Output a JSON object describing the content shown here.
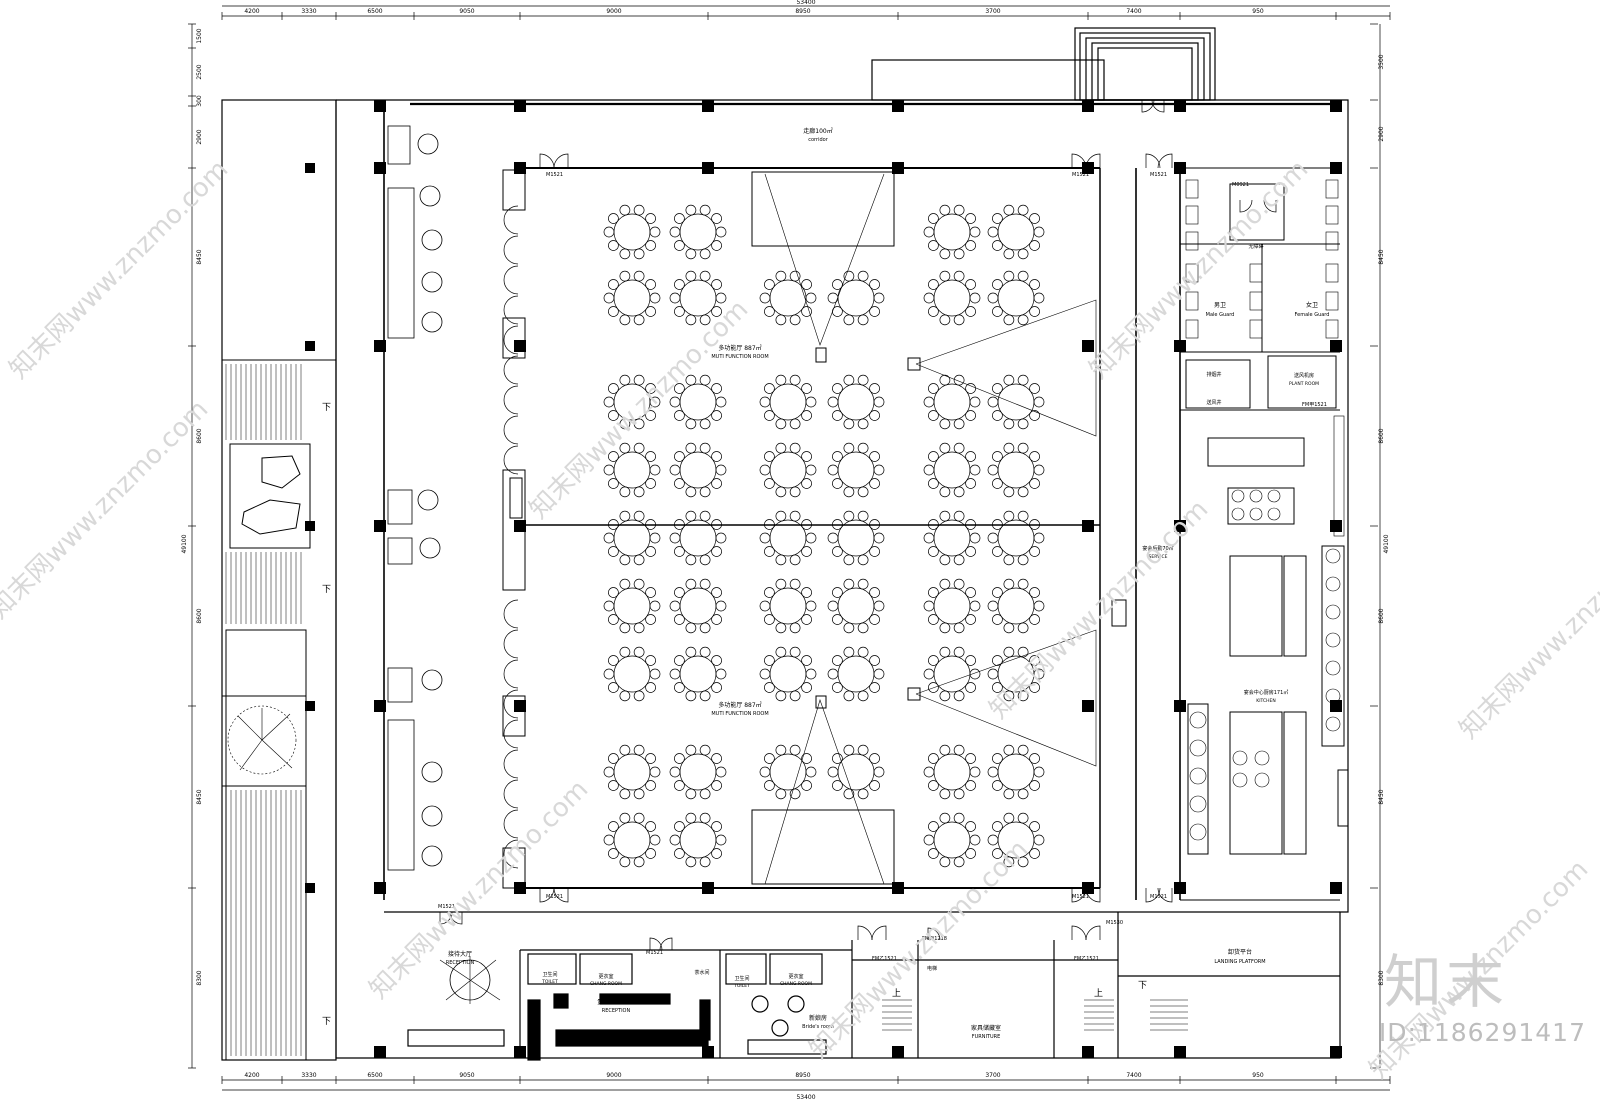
{
  "dims": {
    "top_segments": [
      "4200",
      "3330",
      "6500",
      "9050",
      "9000",
      "8950",
      "3700",
      "7400",
      "950"
    ],
    "top_total": "53400",
    "bottom_segments": [
      "4200",
      "3330",
      "6500",
      "9050",
      "9000",
      "8950",
      "3700",
      "7400",
      "950"
    ],
    "bottom_total": "53400",
    "left_segments": [
      "1500",
      "2500",
      "300",
      "2900",
      "8450",
      "8600",
      "8600",
      "8450",
      "8300"
    ],
    "left_total": "49100",
    "right_segments": [
      "3500",
      "2900",
      "8450",
      "8600",
      "8600",
      "8450",
      "8300"
    ],
    "right_total": "49100"
  },
  "rooms": {
    "corridor": {
      "cn": "走廊100㎡",
      "en": "corridor"
    },
    "mfr_top": {
      "cn": "多功能厅 887㎡",
      "en": "MUTI FUNCTION ROOM"
    },
    "mfr_bottom": {
      "cn": "多功能厅 887㎡",
      "en": "MUTI FUNCTION ROOM"
    },
    "accessible": {
      "cn": "无障碍"
    },
    "male": {
      "cn": "男卫",
      "en": "Male Guard"
    },
    "female": {
      "cn": "女卫",
      "en": "Female Guard"
    },
    "drain": {
      "cn": "排烟井"
    },
    "supply": {
      "cn": "送风井"
    },
    "plant": {
      "cn": "送风机房",
      "en": "PLANT ROOM"
    },
    "service": {
      "cn": "宴会后勤70㎡",
      "en": "SERVICE"
    },
    "kitchen": {
      "cn": "宴会中心厨房171㎡",
      "en": "KITCHEN"
    },
    "landing": {
      "cn": "卸货平台",
      "en": "LANDING PLATFORM"
    },
    "reception_hall": {
      "cn": "接待大厅",
      "en": "RECEPTION"
    },
    "toilet1": {
      "cn": "卫生间",
      "en": "TOILET"
    },
    "change1": {
      "cn": "更衣室",
      "en": "CHANG ROOM"
    },
    "reception_room": {
      "cn": "贵宾接待41㎡",
      "en": "RECEPTION"
    },
    "tea": {
      "cn": "茶水间"
    },
    "toilet2": {
      "cn": "卫生间",
      "en": "TOILET"
    },
    "change2": {
      "cn": "更衣室",
      "en": "CHANG ROOM"
    },
    "bride": {
      "cn": "新娘房",
      "en": "Bride's room"
    },
    "elevator": {
      "cn": "电梯"
    },
    "furniture": {
      "cn": "家具储藏室",
      "en": "FURNITURE"
    }
  },
  "doors": {
    "m1521": "M1521",
    "fm1521": "FM甲1521",
    "fmz1521": "FM乙1521",
    "fm1218": "FM丙1218",
    "m1530": "M1530",
    "m0921": "M0921"
  },
  "stair_down": "下",
  "stair_up": "上",
  "watermark": {
    "text": "知末网www.znzmo.com",
    "brand": "知末",
    "image_id": "ID:1186291417"
  }
}
